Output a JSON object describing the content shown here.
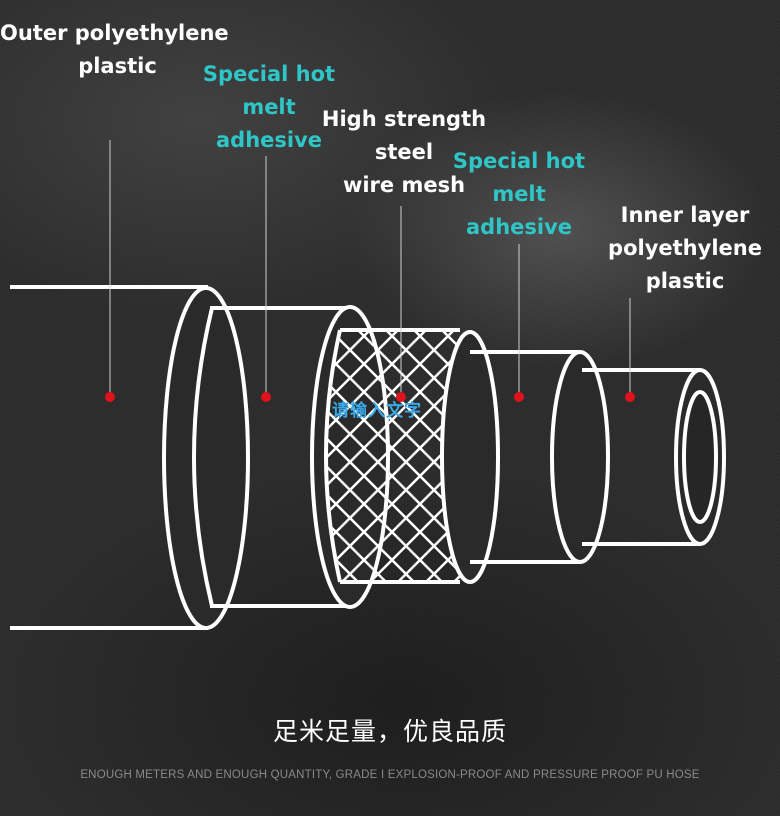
{
  "layers": [
    {
      "lines": [
        "Outer polyethylene",
        "plastic"
      ],
      "color": "#ffffff"
    },
    {
      "lines": [
        "Special hot",
        "melt",
        "adhesive"
      ],
      "color": "#2fc6c8"
    },
    {
      "lines": [
        "High strength",
        "steel",
        "wire mesh"
      ],
      "color": "#ffffff"
    },
    {
      "lines": [
        "Special hot",
        "melt",
        "adhesive"
      ],
      "color": "#2fc6c8"
    },
    {
      "lines": [
        "Inner layer",
        "polyethylene",
        "plastic"
      ],
      "color": "#ffffff"
    }
  ],
  "overlay_text": "请输入文字",
  "slogan": "足米足量，优良品质",
  "footnote": "ENOUGH METERS AND ENOUGH QUANTITY, GRADE I EXPLOSION-PROOF AND PRESSURE PROOF PU HOSE",
  "colors": {
    "outline": "#ffffff",
    "marker": "#e0121b",
    "accent_text": "#2fc6c8",
    "overlay_text": "#3aa9e8"
  }
}
